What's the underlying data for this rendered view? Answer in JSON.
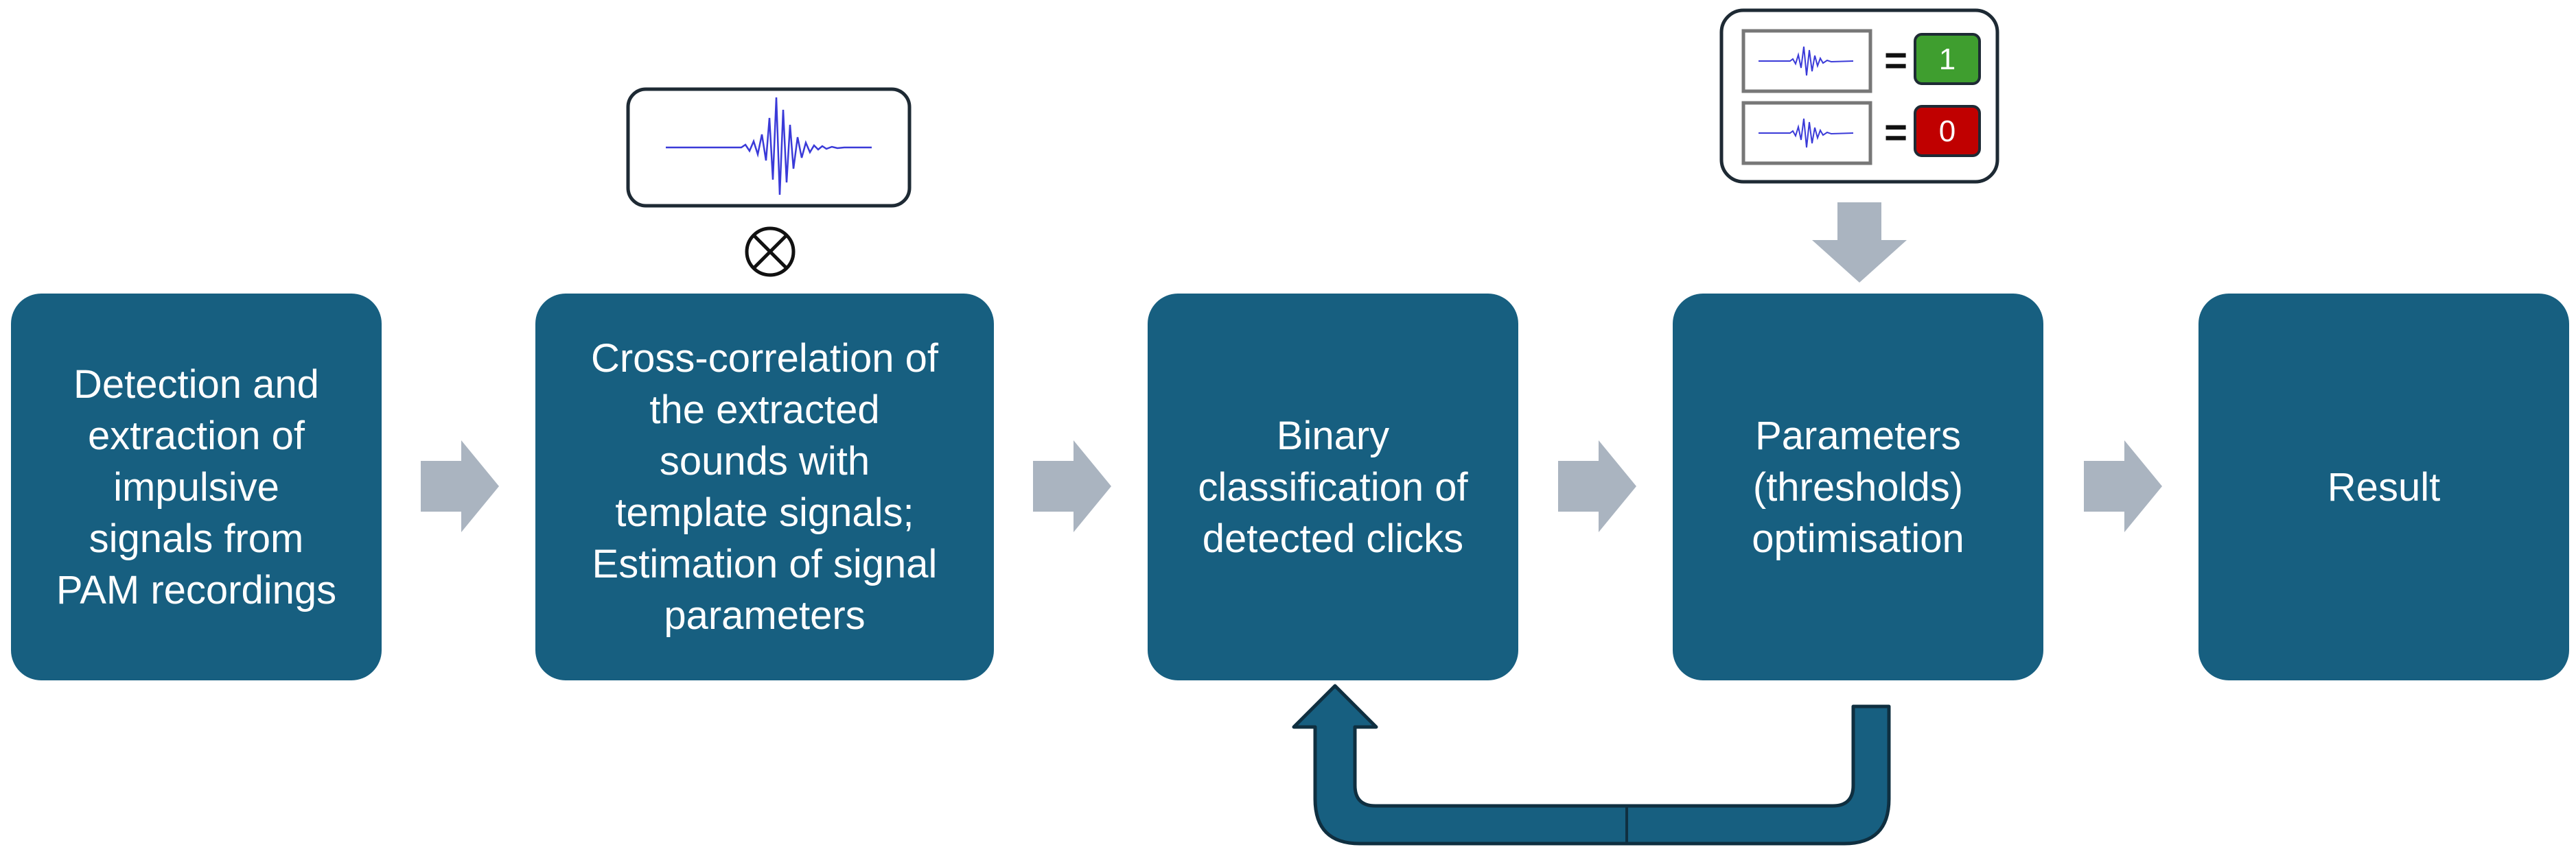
{
  "steps": [
    {
      "id": "detection",
      "label": "Detection and\nextraction of\nimpulsive\nsignals from\nPAM recordings"
    },
    {
      "id": "cross-correlation",
      "label": "Cross-correlation of\nthe extracted\nsounds with\ntemplate signals;\nEstimation of signal\nparameters"
    },
    {
      "id": "binary-classification",
      "label": "Binary\nclassification of\ndetected clicks"
    },
    {
      "id": "parameters",
      "label": "Parameters\n(thresholds)\noptimisation"
    },
    {
      "id": "result",
      "label": "Result"
    }
  ],
  "template_signal": {
    "operator_symbol": "⊗"
  },
  "labelled_examples": [
    {
      "equals": "=",
      "label": "1",
      "color": "#3f9e2f"
    },
    {
      "equals": "=",
      "label": "0",
      "color": "#c00000"
    }
  ],
  "colors": {
    "box": "#175f80",
    "arrow": "#aab4c0",
    "feedback_arrow": "#175f80",
    "waveform": "#3a3ad8"
  }
}
